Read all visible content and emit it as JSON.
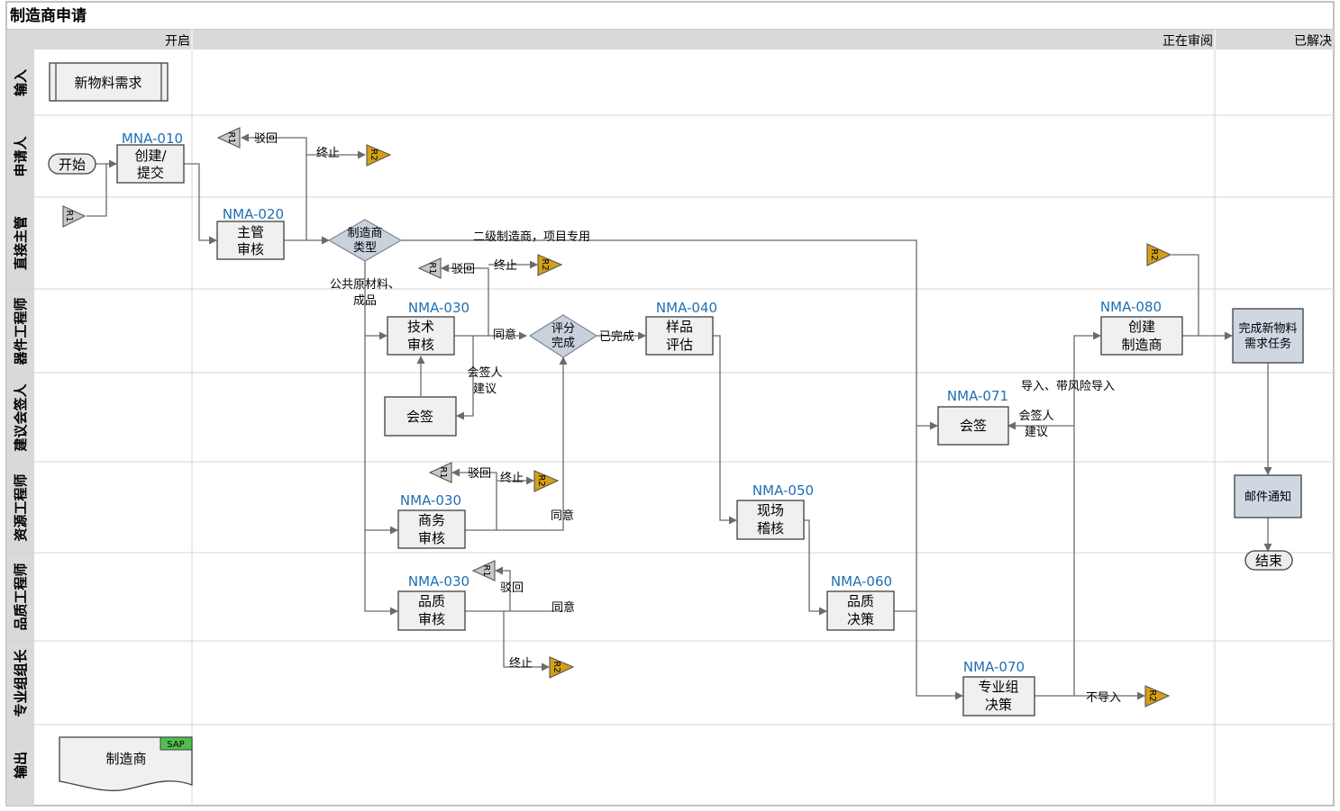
{
  "title": "制造商申请",
  "phases": {
    "p1": "开启",
    "p2": "正在审阅",
    "p3": "已解决"
  },
  "lanes": [
    "输入",
    "申请人",
    "直接主管",
    "器件工程师",
    "建议会签人",
    "资源工程师",
    "品质工程师",
    "专业组组长",
    "输出"
  ],
  "nodes": {
    "input_doc": "新物料需求",
    "start": "开始",
    "mna010_code": "MNA-010",
    "mna010_l1": "创建/",
    "mna010_l2": "提交",
    "nma020_code": "NMA-020",
    "nma020_l1": "主管",
    "nma020_l2": "审核",
    "dec_mfr_l1": "制造商",
    "dec_mfr_l2": "类型",
    "nma030a_code": "NMA-030",
    "nma030a_l1": "技术",
    "nma030a_l2": "审核",
    "countersign_a": "会签",
    "dec_score_l1": "评分",
    "dec_score_l2": "完成",
    "nma040_code": "NMA-040",
    "nma040_l1": "样品",
    "nma040_l2": "评估",
    "nma030b_code": "NMA-030",
    "nma030b_l1": "商务",
    "nma030b_l2": "审核",
    "nma030c_code": "NMA-030",
    "nma030c_l1": "品质",
    "nma030c_l2": "审核",
    "nma050_code": "NMA-050",
    "nma050_l1": "现场",
    "nma050_l2": "稽核",
    "nma060_code": "NMA-060",
    "nma060_l1": "品质",
    "nma060_l2": "决策",
    "nma071_code": "NMA-071",
    "nma071_label": "会签",
    "nma070_code": "NMA-070",
    "nma070_l1": "专业组",
    "nma070_l2": "决策",
    "nma080_code": "NMA-080",
    "nma080_l1": "创建",
    "nma080_l2": "制造商",
    "complete_l1": "完成新物料",
    "complete_l2": "需求任务",
    "email": "邮件通知",
    "end": "结束",
    "output_doc": "制造商",
    "sap_badge": "SAP"
  },
  "refs": {
    "r1": "R1",
    "r2": "R2"
  },
  "edge_labels": {
    "reject": "驳回",
    "terminate": "终止",
    "second_tier": "二级制造商，项目专用",
    "public_l1": "公共原材料、",
    "public_l2": "成品",
    "agree": "同意",
    "done": "已完成",
    "cs_l1": "会签人",
    "cs_l2": "建议",
    "import": "导入、带风险导入",
    "no_import": "不导入"
  },
  "colors": {
    "code": "#1f6fb2",
    "ref_off_page": "#d4a017",
    "ref_on_page": "#c8c8c8",
    "decision": "#c9d1dd",
    "task_blue": "#cfd7e3",
    "sap_badge": "#4fbf4f"
  }
}
